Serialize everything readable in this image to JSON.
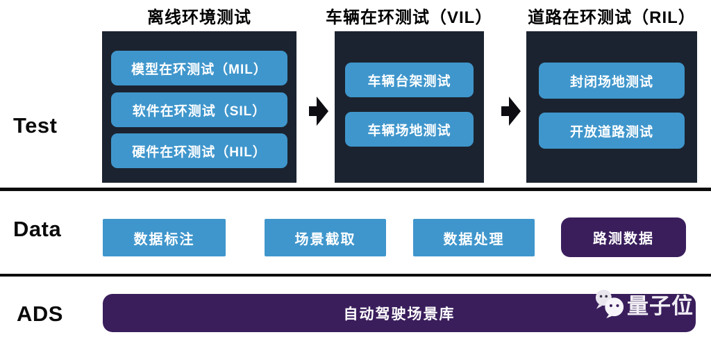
{
  "colors": {
    "box_blue": "#3f96cc",
    "panel_navy": "#1b2330",
    "purple": "#3a1e5c",
    "divider_black": "#0d0d0d",
    "text_white": "#ffffff",
    "text_black": "#0a0a0a"
  },
  "rows": {
    "test": {
      "label": "Test",
      "columns": [
        {
          "title": "离线环境测试",
          "boxes": [
            "模型在环测试（MIL）",
            "软件在环测试（SIL）",
            "硬件在环测试（HIL）"
          ]
        },
        {
          "title": "车辆在环测试（VIL）",
          "boxes": [
            "车辆台架测试",
            "车辆场地测试"
          ]
        },
        {
          "title": "道路在环测试（RIL）",
          "boxes": [
            "封闭场地测试",
            "开放道路测试"
          ]
        }
      ]
    },
    "data": {
      "label": "Data",
      "boxes": [
        {
          "label": "数据标注",
          "style": "blue"
        },
        {
          "label": "场景截取",
          "style": "blue"
        },
        {
          "label": "数据处理",
          "style": "blue"
        },
        {
          "label": "路测数据",
          "style": "purple"
        }
      ]
    },
    "ads": {
      "label": "ADS",
      "bar_label": "自动驾驶场景库"
    }
  },
  "watermark": {
    "icon": "wechat-icon",
    "text": "量子位"
  }
}
